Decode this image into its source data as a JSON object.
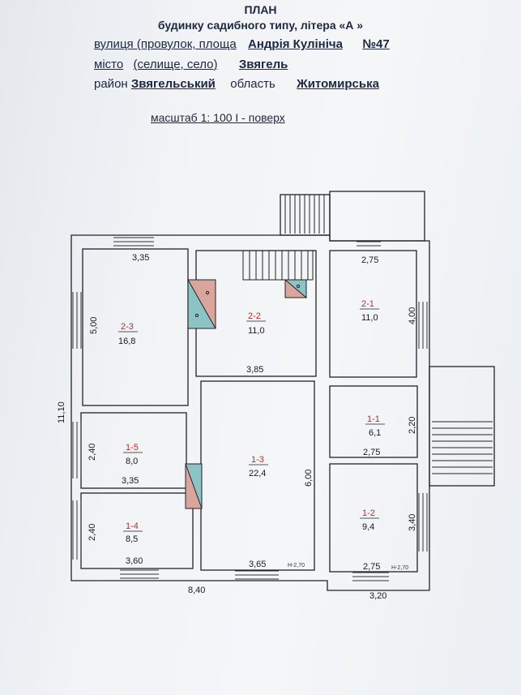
{
  "header": {
    "title": "ПЛАН",
    "subtitle": "будинку садибного типу, літера «А »",
    "street_label": "вулиця (провулок, площа",
    "street_value": "Андрія  Кулініча",
    "house_number": "№47",
    "city_label": "місто",
    "city_label_rest": "(селище, село",
    "city_close": ")",
    "city_value": "Звягель",
    "district_label": "район",
    "district_value": "Звягельський",
    "region_label": "область",
    "region_value": "Житомирська",
    "scale": "масштаб 1: 100     І - поверх"
  },
  "rooms": [
    {
      "id": "2-3",
      "area": "16,8",
      "width": "3,35",
      "length": "5,00"
    },
    {
      "id": "2-2",
      "area": "11,0",
      "width": "3,85"
    },
    {
      "id": "2-1",
      "area": "11,0",
      "width": "2,75",
      "length": "4,00"
    },
    {
      "id": "1-5",
      "area": "8,0",
      "width": "3,35",
      "length": "2,40"
    },
    {
      "id": "1-4",
      "area": "8,5",
      "width": "3,60",
      "length": "2,40"
    },
    {
      "id": "1-3",
      "area": "22,4",
      "width": "3,65",
      "length": "6,00"
    },
    {
      "id": "1-1",
      "area": "6,1",
      "width": "2,75",
      "length": "2,20"
    },
    {
      "id": "1-2",
      "area": "9,4",
      "width": "2,75",
      "length": "3,40"
    }
  ],
  "overall": {
    "height": "11,10",
    "width_left": "8,40",
    "width_right": "3,20"
  },
  "notes": {
    "ceiling_height_1": "Н-2,70",
    "ceiling_height_2": "Н-2,70"
  }
}
